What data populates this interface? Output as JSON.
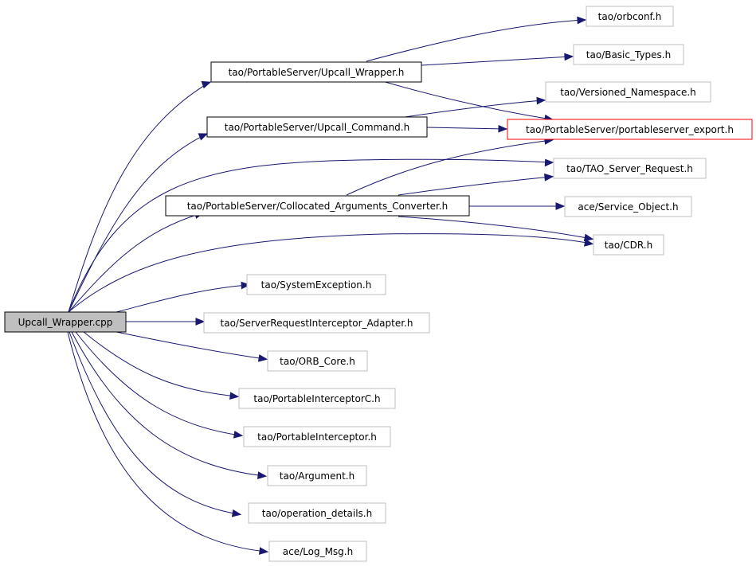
{
  "diagram": {
    "type": "include-dependency-graph",
    "edge_color": "#191970",
    "root": "n_root",
    "nodes": [
      {
        "id": "n_root",
        "label": "Upcall_Wrapper.cpp",
        "style": "root"
      },
      {
        "id": "n_upw",
        "label": "tao/PortableServer/Upcall_Wrapper.h",
        "style": "solid"
      },
      {
        "id": "n_upc",
        "label": "tao/PortableServer/Upcall_Command.h",
        "style": "solid"
      },
      {
        "id": "n_coll",
        "label": "tao/PortableServer/Collocated_Arguments_Converter.h",
        "style": "solid"
      },
      {
        "id": "n_orbconf",
        "label": "tao/orbconf.h",
        "style": "gray"
      },
      {
        "id": "n_basic",
        "label": "tao/Basic_Types.h",
        "style": "gray"
      },
      {
        "id": "n_vns",
        "label": "tao/Versioned_Namespace.h",
        "style": "gray"
      },
      {
        "id": "n_pse",
        "label": "tao/PortableServer/portableserver_export.h",
        "style": "red"
      },
      {
        "id": "n_tsr",
        "label": "tao/TAO_Server_Request.h",
        "style": "gray"
      },
      {
        "id": "n_svc",
        "label": "ace/Service_Object.h",
        "style": "gray"
      },
      {
        "id": "n_cdr",
        "label": "tao/CDR.h",
        "style": "gray"
      },
      {
        "id": "n_sysex",
        "label": "tao/SystemException.h",
        "style": "gray"
      },
      {
        "id": "n_sria",
        "label": "tao/ServerRequestInterceptor_Adapter.h",
        "style": "gray"
      },
      {
        "id": "n_orbcore",
        "label": "tao/ORB_Core.h",
        "style": "gray"
      },
      {
        "id": "n_pic",
        "label": "tao/PortableInterceptorC.h",
        "style": "gray"
      },
      {
        "id": "n_pi",
        "label": "tao/PortableInterceptor.h",
        "style": "gray"
      },
      {
        "id": "n_arg",
        "label": "tao/Argument.h",
        "style": "gray"
      },
      {
        "id": "n_opd",
        "label": "tao/operation_details.h",
        "style": "gray"
      },
      {
        "id": "n_log",
        "label": "ace/Log_Msg.h",
        "style": "gray"
      }
    ],
    "edges": [
      {
        "from": "n_root",
        "to": "n_upw"
      },
      {
        "from": "n_root",
        "to": "n_upc"
      },
      {
        "from": "n_root",
        "to": "n_tsr"
      },
      {
        "from": "n_root",
        "to": "n_coll"
      },
      {
        "from": "n_root",
        "to": "n_cdr"
      },
      {
        "from": "n_root",
        "to": "n_sysex"
      },
      {
        "from": "n_root",
        "to": "n_sria"
      },
      {
        "from": "n_root",
        "to": "n_orbcore"
      },
      {
        "from": "n_root",
        "to": "n_pic"
      },
      {
        "from": "n_root",
        "to": "n_pi"
      },
      {
        "from": "n_root",
        "to": "n_arg"
      },
      {
        "from": "n_root",
        "to": "n_opd"
      },
      {
        "from": "n_root",
        "to": "n_log"
      },
      {
        "from": "n_upw",
        "to": "n_orbconf"
      },
      {
        "from": "n_upw",
        "to": "n_basic"
      },
      {
        "from": "n_upw",
        "to": "n_pse"
      },
      {
        "from": "n_upc",
        "to": "n_vns"
      },
      {
        "from": "n_upc",
        "to": "n_pse"
      },
      {
        "from": "n_coll",
        "to": "n_pse"
      },
      {
        "from": "n_coll",
        "to": "n_tsr"
      },
      {
        "from": "n_coll",
        "to": "n_svc"
      },
      {
        "from": "n_coll",
        "to": "n_cdr"
      }
    ]
  }
}
